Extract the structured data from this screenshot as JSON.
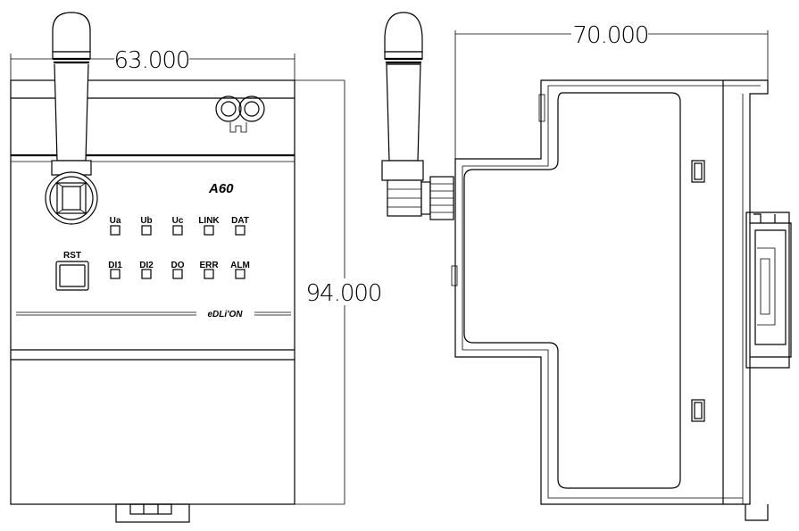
{
  "dimensions": {
    "width_front": "63.000",
    "height": "94.000",
    "depth_side": "70.000"
  },
  "device": {
    "model": "A60",
    "brand": "eDLi'ON",
    "button_label": "RST",
    "indicators_row1": [
      "Ua",
      "Ub",
      "Uc",
      "LINK",
      "DAT"
    ],
    "indicators_row2": [
      "DI1",
      "DI2",
      "DO",
      "ERR",
      "ALM"
    ]
  }
}
